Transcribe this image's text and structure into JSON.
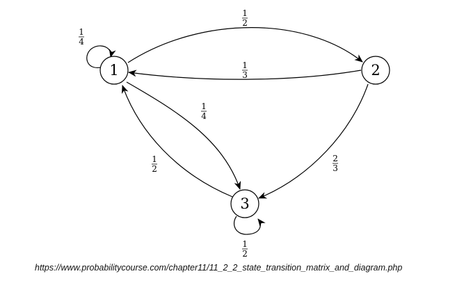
{
  "states": [
    {
      "id": "1",
      "label": "1"
    },
    {
      "id": "2",
      "label": "2"
    },
    {
      "id": "3",
      "label": "3"
    }
  ],
  "transitions": [
    {
      "id": "t11",
      "from": "1",
      "to": "1",
      "num": "1",
      "den": "4"
    },
    {
      "id": "t12",
      "from": "1",
      "to": "2",
      "num": "1",
      "den": "2"
    },
    {
      "id": "t21",
      "from": "2",
      "to": "1",
      "num": "1",
      "den": "3"
    },
    {
      "id": "t13",
      "from": "1",
      "to": "3",
      "num": "1",
      "den": "4"
    },
    {
      "id": "t31",
      "from": "3",
      "to": "1",
      "num": "1",
      "den": "2"
    },
    {
      "id": "t23",
      "from": "2",
      "to": "3",
      "num": "2",
      "den": "3"
    },
    {
      "id": "t33",
      "from": "3",
      "to": "3",
      "num": "1",
      "den": "2"
    }
  ],
  "source_url": "https://www.probabilitycourse.com/chapter11/11_2_2_state_transition_matrix_and_diagram.php"
}
